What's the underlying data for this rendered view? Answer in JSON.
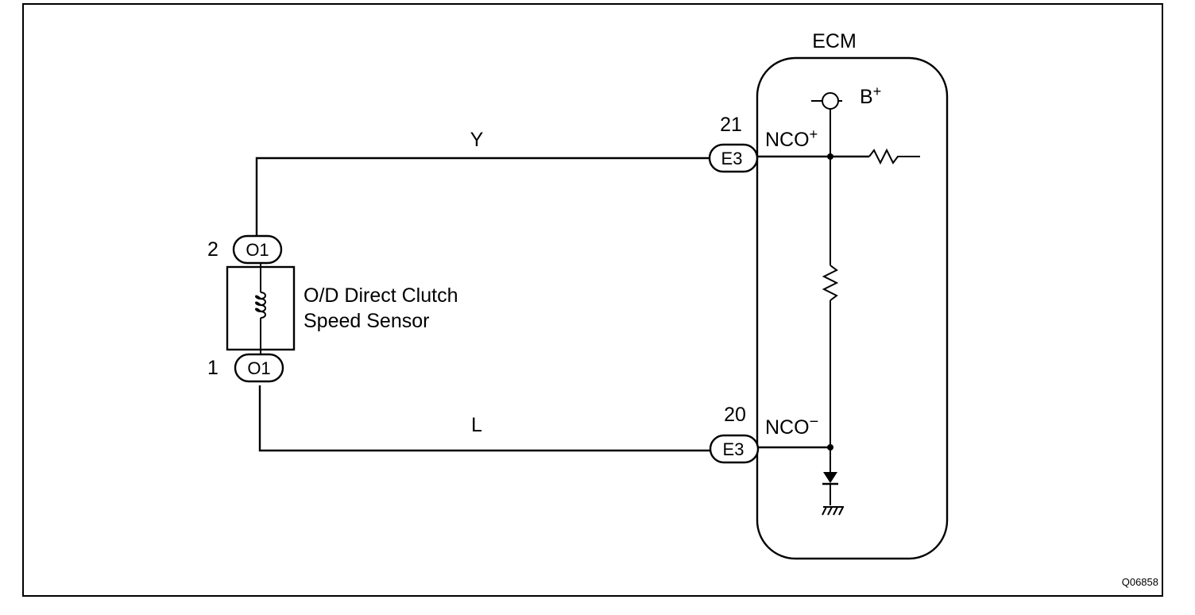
{
  "ecm": {
    "title": "ECM"
  },
  "sensor": {
    "name_line1": "O/D Direct Clutch",
    "name_line2": "Speed Sensor",
    "connector": "O1",
    "pin_top": "2",
    "pin_bottom": "1"
  },
  "wires": {
    "top_color": "Y",
    "bottom_color": "L"
  },
  "ecm_pins": {
    "top": {
      "number": "21",
      "connector": "E3",
      "signal_base": "NCO",
      "signal_sign": "+"
    },
    "bottom": {
      "number": "20",
      "connector": "E3",
      "signal_base": "NCO",
      "signal_sign": "−"
    }
  },
  "supply": {
    "base": "B",
    "sign": "+"
  },
  "figure_code": "Q06858"
}
